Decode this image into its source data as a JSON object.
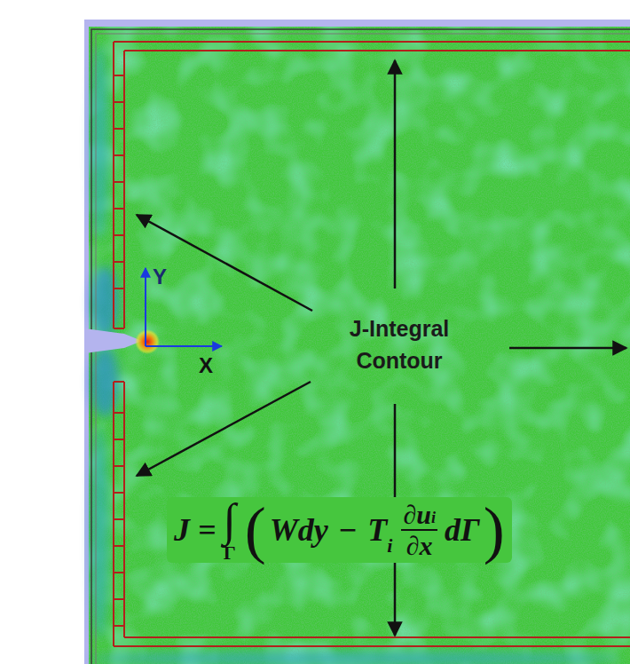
{
  "diagram": {
    "labels": [
      "Y",
      "X",
      "J-Integral Contour",
      "J =",
      "∫",
      "Γ",
      "(",
      "W",
      "dy",
      "−",
      "T",
      "i",
      "∂u",
      "i",
      "∂x",
      "dΓ",
      ")"
    ]
  }
}
